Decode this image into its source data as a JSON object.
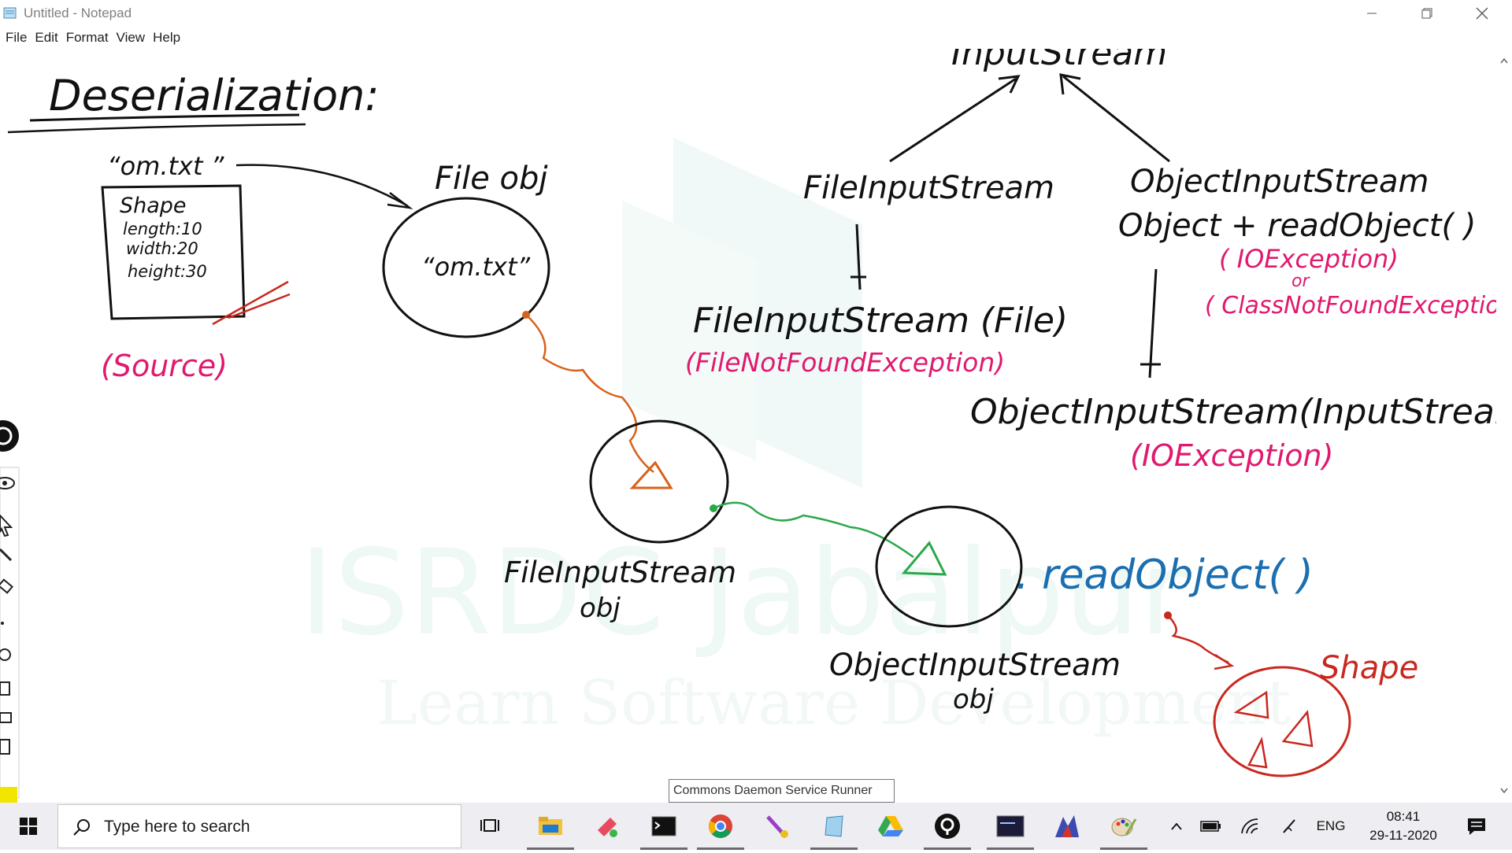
{
  "window": {
    "title": "Untitled - Notepad",
    "menu": [
      "File",
      "Edit",
      "Format",
      "View",
      "Help"
    ]
  },
  "drawing": {
    "heading": "Deserialization:",
    "file_label": "“om.txt ”",
    "shape_box": [
      "Shape",
      "length:10",
      "width:20",
      "height:30"
    ],
    "source": "(Source)",
    "fileobj_label": "File obj",
    "fileobj_circle_text": "“om.txt”",
    "fis_obj_label": [
      "FileInputStream",
      "obj"
    ],
    "ois_obj_label": [
      "ObjectInputStream",
      "obj"
    ],
    "read_call": ". readObject( )",
    "shape_result": "Shape",
    "hierarchy_root": "InputStream",
    "fis_class": "FileInputStream",
    "ois_class": "ObjectInputStream",
    "read_method": "Object + readObject( )",
    "read_exceptions": [
      "( IOException)",
      "or",
      "( ClassNotFoundException"
    ],
    "fis_ctor": "FileInputStream (File)",
    "fis_ctor_exception": "(FileNotFoundException)",
    "ois_ctor": "ObjectInputStream(InputStream)",
    "ois_ctor_exception": "(IOException)",
    "watermark_brand": "ISRDC Jabalpur",
    "watermark_tagline": "Learn Software Development"
  },
  "tooltip": "Commons Daemon Service Runner",
  "taskbar": {
    "search_placeholder": "Type here to search",
    "apps": [
      "task-view",
      "file-explorer",
      "snip",
      "terminal",
      "chrome",
      "pen-tool",
      "notepad",
      "google-drive",
      "epic-pen",
      "mysql",
      "app-dragon",
      "paint"
    ],
    "tray": {
      "language": "ENG",
      "time": "08:41",
      "date": "29-11-2020"
    }
  },
  "colors": {
    "ink_black": "#111111",
    "ink_magenta": "#e0196e",
    "ink_orange": "#d9611a",
    "ink_green": "#2aa84a",
    "ink_blue": "#1b6fb0",
    "ink_red": "#c8281e",
    "watermark": "#e6f5f2"
  }
}
